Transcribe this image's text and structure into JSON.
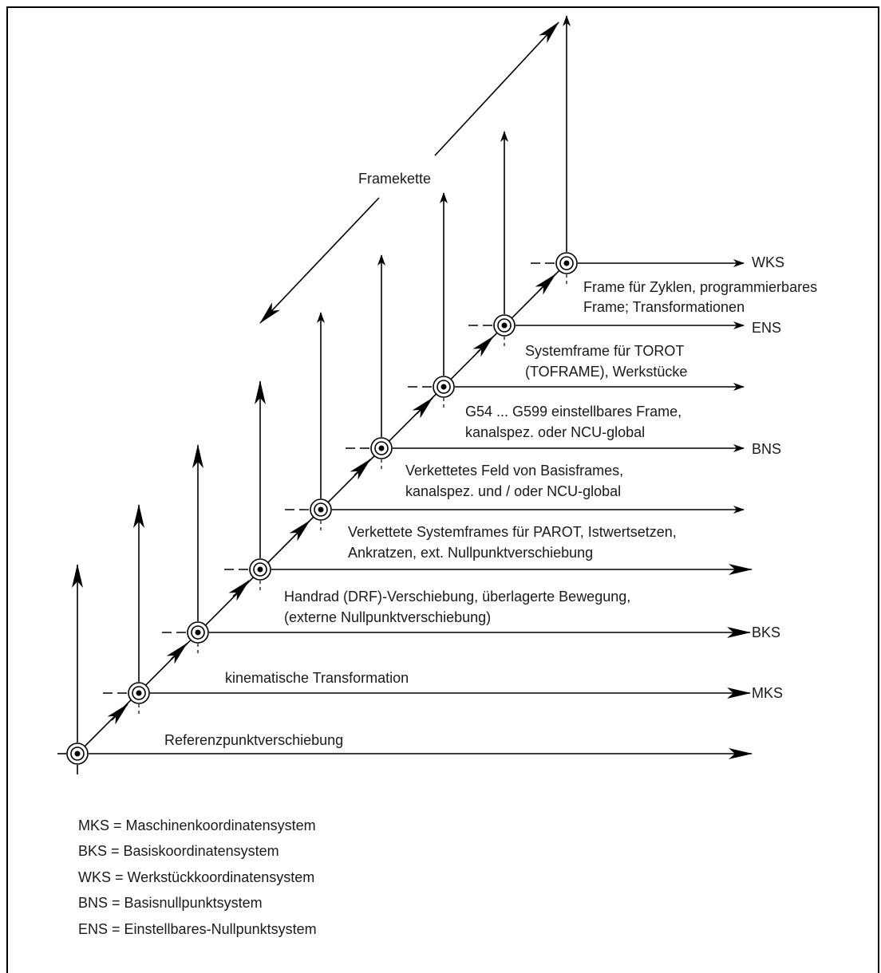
{
  "diagram": {
    "chain_label": "Framekette",
    "level_labels": [
      {
        "id": "ref",
        "text": "Referenzpunktverschiebung"
      },
      {
        "id": "kin",
        "text": "kinematische Transformation"
      },
      {
        "id": "hand1",
        "text": "Handrad (DRF)-Verschiebung, überlagerte Bewegung,"
      },
      {
        "id": "hand2",
        "text": "(externe Nullpunktverschiebung)"
      },
      {
        "id": "sys1",
        "text": "Verkettete Systemframes für PAROT, Istwertsetzen,"
      },
      {
        "id": "sys2",
        "text": "Ankratzen, ext. Nullpunktverschiebung"
      },
      {
        "id": "basis1",
        "text": "Verkettetes Feld von Basisframes,"
      },
      {
        "id": "basis2",
        "text": "kanalspez. und / oder NCU-global"
      },
      {
        "id": "g54a",
        "text": "G54 ... G599 einstellbares Frame,"
      },
      {
        "id": "g54b",
        "text": "kanalspez. oder NCU-global"
      },
      {
        "id": "torot1",
        "text": "Systemframe für TOROT"
      },
      {
        "id": "torot2",
        "text": "(TOFRAME), Werkstücke"
      },
      {
        "id": "zyk1",
        "text": "Frame für Zyklen, programmierbares"
      },
      {
        "id": "zyk2",
        "text": "Frame; Transformationen"
      }
    ],
    "axis_labels": {
      "mks": "MKS",
      "bks": "BKS",
      "bns": "BNS",
      "ens": "ENS",
      "wks": "WKS"
    },
    "legend": [
      "MKS = Maschinenkoordinatensystem",
      "BKS = Basiskoordinatensystem",
      "WKS = Werkstückkoordinatensystem",
      "BNS = Basisnullpunktsystem",
      "ENS = Einstellbares-Nullpunktsystem"
    ]
  }
}
